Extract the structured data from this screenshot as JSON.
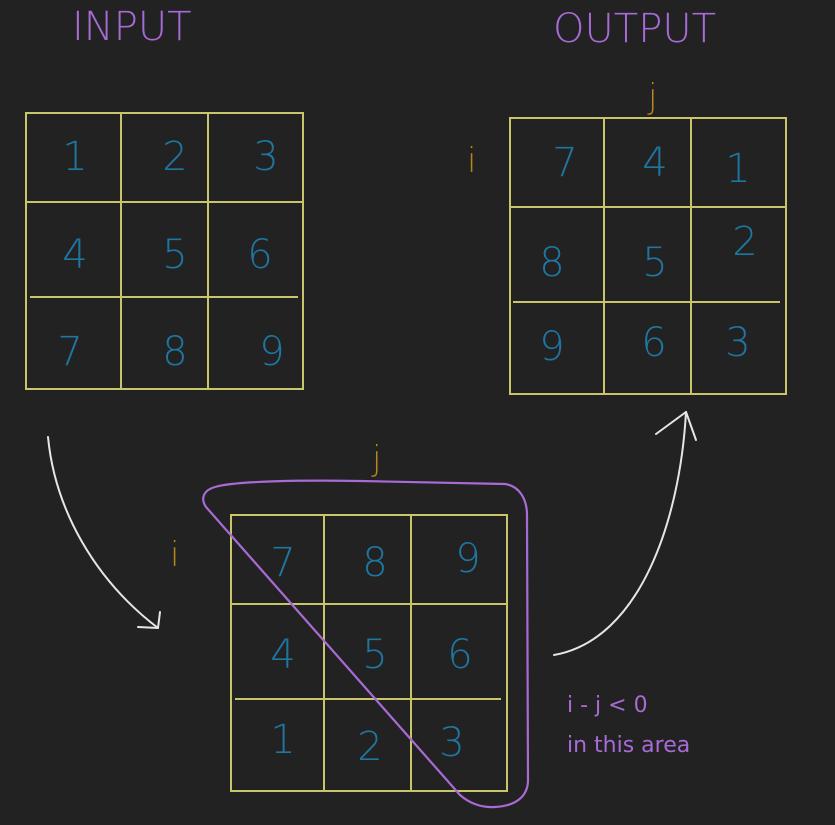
{
  "labels": {
    "input_title": "INPUT",
    "output_title": "OUTPUT",
    "i": "i",
    "j": "j",
    "note_line1": "i - j < 0",
    "note_line2": "in this area"
  },
  "grids": {
    "input": [
      [
        "1",
        "2",
        "3"
      ],
      [
        "4",
        "5",
        "6"
      ],
      [
        "7",
        "8",
        "9"
      ]
    ],
    "output": [
      [
        "7",
        "4",
        "1"
      ],
      [
        "8",
        "5",
        "2"
      ],
      [
        "9",
        "6",
        "3"
      ]
    ],
    "middle": [
      [
        "7",
        "8",
        "9"
      ],
      [
        "4",
        "5",
        "6"
      ],
      [
        "1",
        "2",
        "3"
      ]
    ]
  },
  "colors": {
    "background": "#222222",
    "grid": "#c8c56a",
    "numbers": "#1f76a1",
    "title": "#a86bd6",
    "index": "#b8861e",
    "arrow": "#e6e6e6",
    "highlight": "#a86bd6"
  }
}
